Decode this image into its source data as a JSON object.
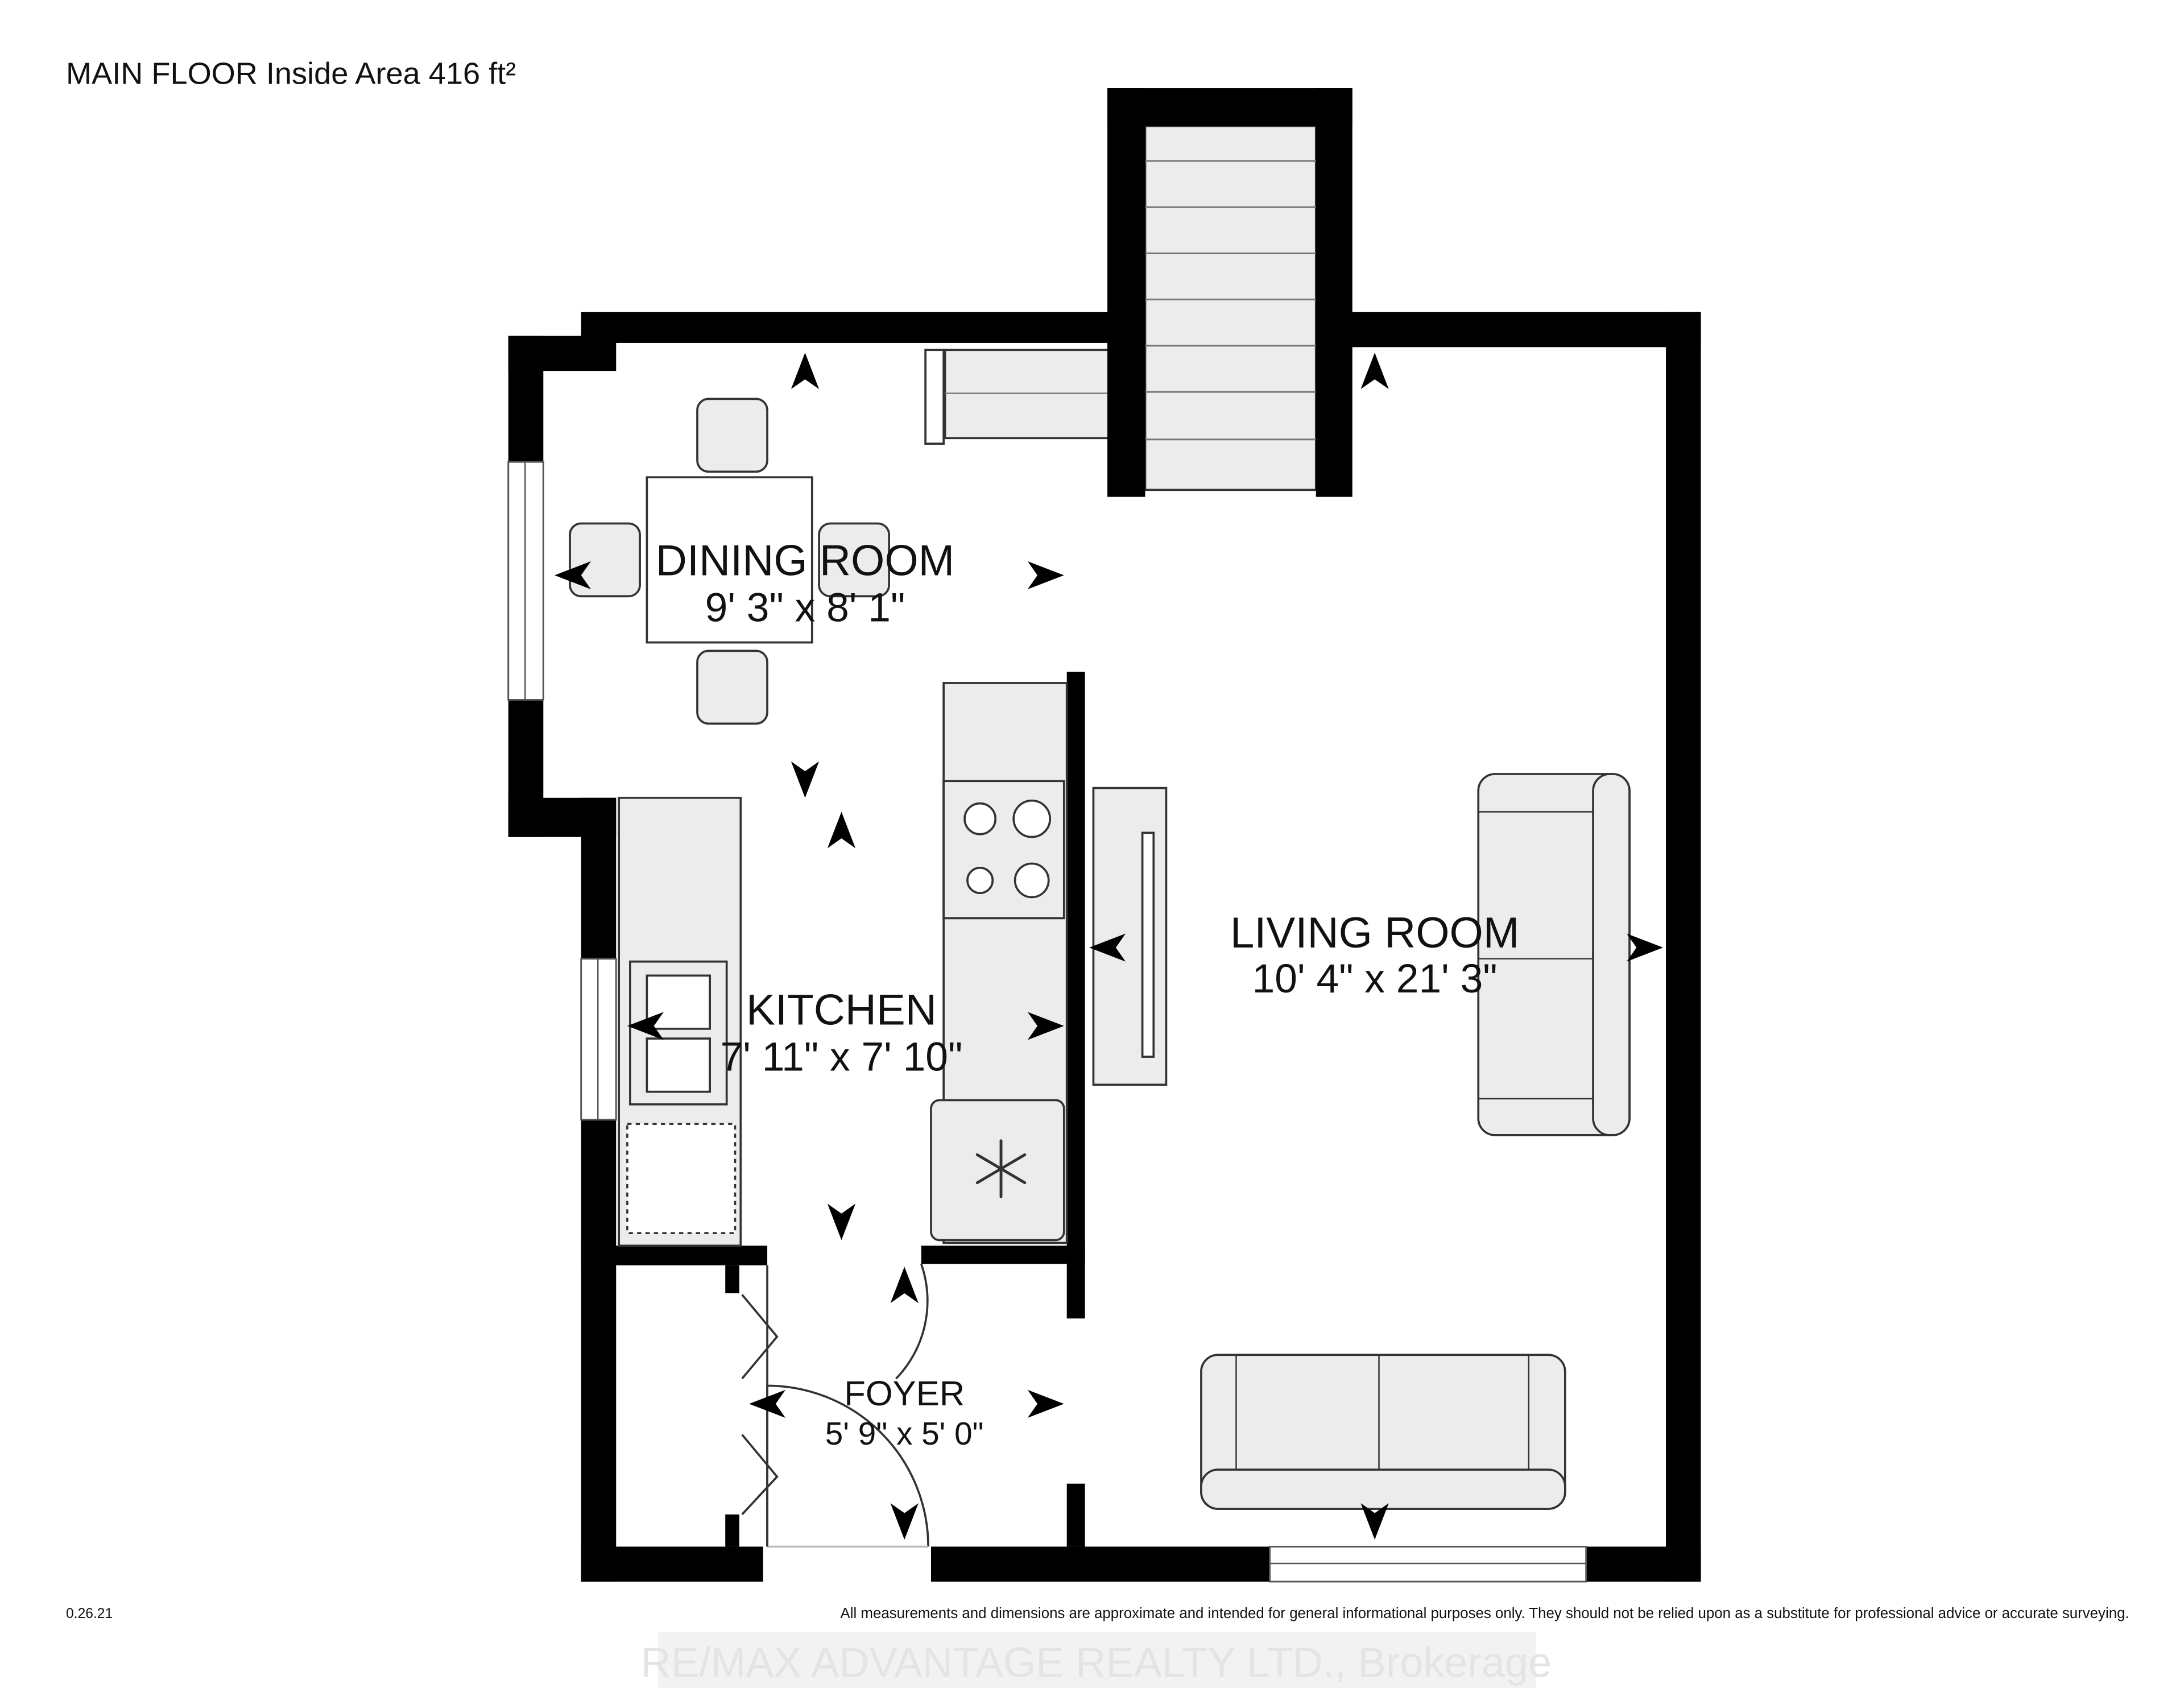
{
  "title": "MAIN FLOOR Inside Area 416 ft²",
  "rooms": [
    {
      "name": "DINING ROOM",
      "size": "9' 3\" x 8' 1\""
    },
    {
      "name": "KITCHEN",
      "size": "7' 11\" x 7' 10\""
    },
    {
      "name": "LIVING ROOM",
      "size": "10' 4\" x 21' 3\""
    },
    {
      "name": "FOYER",
      "size": "5' 9\" x 5' 0\""
    }
  ],
  "version": "0.26.21",
  "watermark": "RE/MAX ADVANTAGE REALTY LTD., Brokerage",
  "disclaimer": "All measurements and dimensions are approximate and intended for general informational purposes only. They should not be relied upon as a substitute for professional advice or accurate surveying.",
  "colors": {
    "walls": "#000000",
    "fixtures": "#ececec",
    "background": "#ffffff"
  }
}
